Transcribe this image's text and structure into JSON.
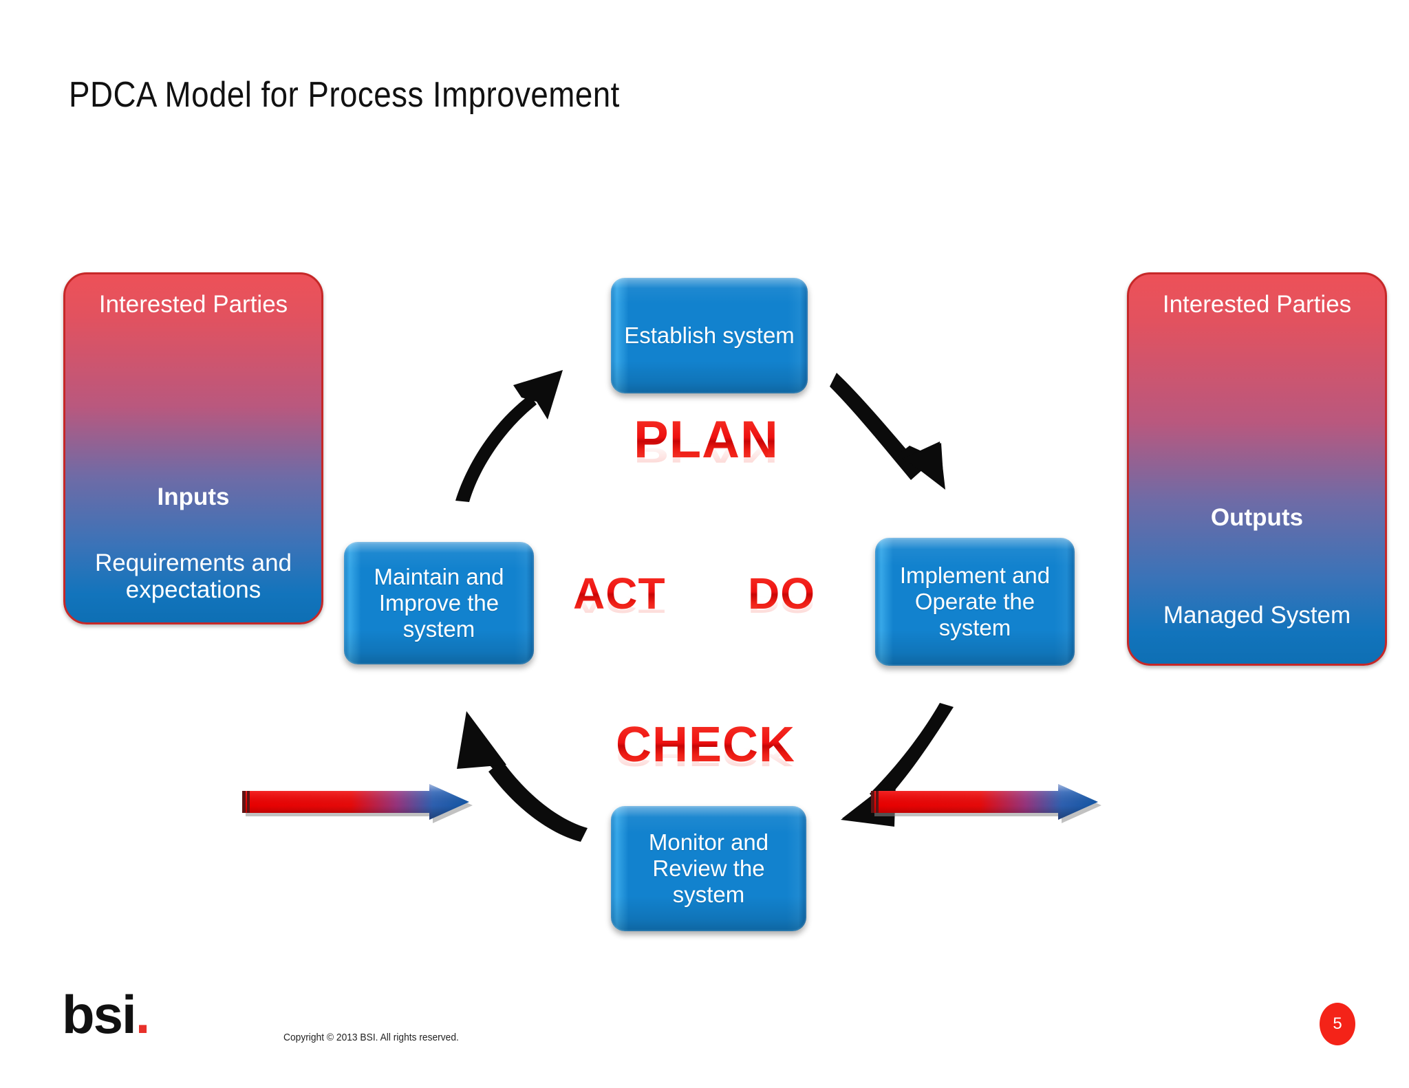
{
  "slide": {
    "title": "PDCA Model for Process Improvement",
    "page_number": "5",
    "background_color": "#FFFFFF"
  },
  "panels": {
    "left": {
      "top_label": "Interested Parties",
      "mid_label": "Inputs",
      "bottom_label": "Requirements and expectations",
      "border_color": "#C62828",
      "gradient_top": "#ED5158",
      "gradient_bottom": "#0E6FB4"
    },
    "right": {
      "top_label": "Interested Parties",
      "mid_label": "Outputs",
      "bottom_label": "Managed System",
      "border_color": "#C62828",
      "gradient_top": "#ED5158",
      "gradient_bottom": "#0E6FB4"
    }
  },
  "process_boxes": [
    {
      "id": "plan",
      "label": "Establish system",
      "color": "#1282CE"
    },
    {
      "id": "act",
      "label": "Maintain and Improve the system",
      "color": "#1282CE"
    },
    {
      "id": "do",
      "label": "Implement and Operate the system",
      "color": "#1282CE"
    },
    {
      "id": "check",
      "label": "Monitor and Review the system",
      "color": "#1282CE"
    }
  ],
  "cycle_words": [
    {
      "id": "plan",
      "text": "PLAN",
      "color": "#F01515"
    },
    {
      "id": "act",
      "text": "ACT",
      "color": "#F01515"
    },
    {
      "id": "do",
      "text": "DO",
      "color": "#F01515"
    },
    {
      "id": "check",
      "text": "CHECK",
      "color": "#F01515"
    }
  ],
  "arrows": {
    "curved": [
      {
        "id": "act-to-plan",
        "direction": "up-right",
        "color": "#000000"
      },
      {
        "id": "plan-to-do",
        "direction": "down-right",
        "color": "#000000"
      },
      {
        "id": "do-to-check",
        "direction": "down-left",
        "color": "#000000"
      },
      {
        "id": "check-to-act",
        "direction": "up-left",
        "color": "#000000"
      }
    ],
    "gradient": [
      {
        "id": "inputs-arrow",
        "direction": "right",
        "start_color": "#EE0000",
        "end_color": "#1E6FC0"
      },
      {
        "id": "outputs-arrow",
        "direction": "right",
        "start_color": "#EE0000",
        "end_color": "#1E6FC0"
      }
    ]
  },
  "footer": {
    "logo_text": "bsi",
    "logo_dot": ".",
    "copyright": "Copyright © 2013 BSI. All rights reserved."
  }
}
